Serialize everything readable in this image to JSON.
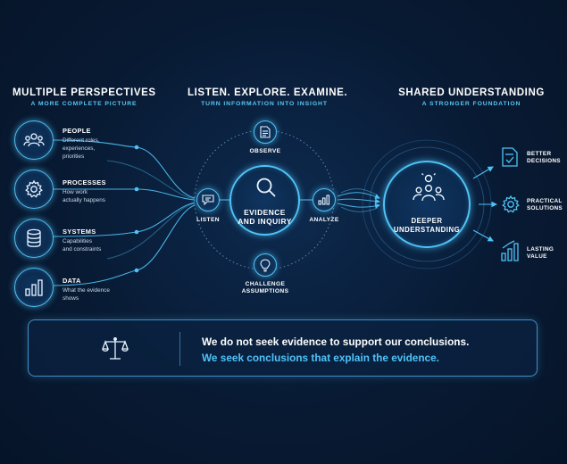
{
  "columns": {
    "left": {
      "title": "MULTIPLE PERSPECTIVES",
      "subtitle": "A MORE COMPLETE PICTURE"
    },
    "middle": {
      "title": "LISTEN. EXPLORE. EXAMINE.",
      "subtitle": "TURN INFORMATION INTO INSIGHT"
    },
    "right": {
      "title": "SHARED UNDERSTANDING",
      "subtitle": "A STRONGER FOUNDATION"
    }
  },
  "perspectives": [
    {
      "title": "PEOPLE",
      "desc1": "Different roles,",
      "desc2": "experiences,",
      "desc3": "priorities",
      "icon": "people-icon"
    },
    {
      "title": "PROCESSES",
      "desc1": "How work",
      "desc2": "actually happens",
      "desc3": "",
      "icon": "gear-icon"
    },
    {
      "title": "SYSTEMS",
      "desc1": "Capabilities",
      "desc2": "and constraints",
      "desc3": "",
      "icon": "database-icon"
    },
    {
      "title": "DATA",
      "desc1": "What the evidence",
      "desc2": "shows",
      "desc3": "",
      "icon": "bar-chart-icon"
    }
  ],
  "process": {
    "center_line1": "EVIDENCE",
    "center_line2": "AND INQUIRY",
    "observe": "OBSERVE",
    "listen": "LISTEN",
    "analyze": "ANALYZE",
    "challenge_line1": "CHALLENGE",
    "challenge_line2": "ASSUMPTIONS"
  },
  "outcome": {
    "center_line1": "DEEPER",
    "center_line2": "UNDERSTANDING",
    "results": [
      {
        "line1": "BETTER",
        "line2": "DECISIONS",
        "icon": "document-check-icon"
      },
      {
        "line1": "PRACTICAL",
        "line2": "SOLUTIONS",
        "icon": "gear-icon"
      },
      {
        "line1": "LASTING",
        "line2": "VALUE",
        "icon": "growth-chart-icon"
      }
    ]
  },
  "statement": {
    "line1": "We do not seek evidence to support our conclusions.",
    "line2": "We seek conclusions that explain the evidence.",
    "icon": "scales-icon"
  },
  "colors": {
    "accent": "#4fc3f7",
    "background": "#081a33",
    "text": "#ffffff"
  }
}
